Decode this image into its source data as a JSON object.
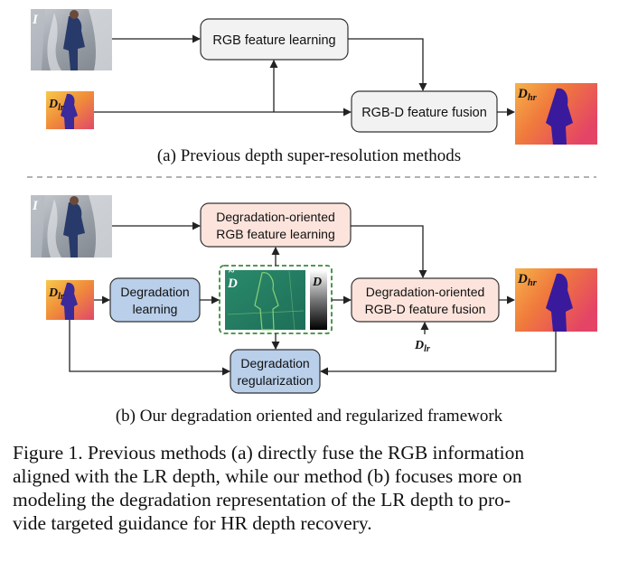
{
  "figure": {
    "part_a": {
      "input_rgb_label": "I",
      "input_depth_label": {
        "main": "D",
        "sub": "lr"
      },
      "rgb_box": "RGB feature learning",
      "fusion_box": "RGB-D feature fusion",
      "output_label": {
        "main": "D",
        "sub": "hr"
      },
      "caption": "(a) Previous depth super-resolution methods"
    },
    "part_b": {
      "input_rgb_label": "I",
      "input_depth_label": {
        "main": "D",
        "sub": "lr"
      },
      "rgb_box": [
        "Degradation-oriented",
        "RGB feature learning"
      ],
      "deg_learning_box": [
        "Degradation",
        "learning"
      ],
      "deg_map_label": "D",
      "deg_map_accent": "~",
      "deg_map_side_label": "D",
      "fusion_box": [
        "Degradation-oriented",
        "RGB-D feature fusion"
      ],
      "fusion_input_label": {
        "main": "D",
        "sub": "lr"
      },
      "reg_box": [
        "Degradation",
        "regularization"
      ],
      "output_label": {
        "main": "D",
        "sub": "hr"
      },
      "caption": "(b) Our degradation oriented and regularized framework"
    },
    "colors": {
      "gray_box": "#f2f2f2",
      "orange_box": "#fce4dc",
      "blue_box": "#b9cfea",
      "green_dash": "#3c8a3c",
      "heat_warm": "#f5a623",
      "heat_cool": "#3a1a8c"
    }
  },
  "caption_lines": [
    "Figure 1. Previous methods (a) directly fuse the RGB information",
    "aligned with the LR depth, while our method (b) focuses more on",
    "modeling the degradation representation of the LR depth to pro-",
    "vide targeted guidance for HR depth recovery."
  ]
}
